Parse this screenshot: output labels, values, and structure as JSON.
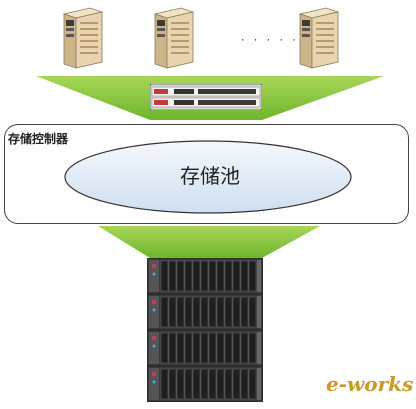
{
  "diagram": {
    "controller_label": "存储控制器",
    "pool_label": "存储池",
    "ellipsis": "· · · · · · ·",
    "servers": [
      {
        "icon": "server-tower-icon"
      },
      {
        "icon": "server-tower-icon"
      },
      {
        "icon": "server-tower-icon"
      }
    ],
    "switch_icon": "network-switch-icon",
    "storage_racks": [
      {
        "icon": "storage-array-icon"
      },
      {
        "icon": "storage-array-icon"
      },
      {
        "icon": "storage-array-icon"
      },
      {
        "icon": "storage-array-icon"
      }
    ],
    "watermark": "e-works",
    "colors": {
      "funnel_green": "#8dc63f",
      "pool_fill": "#dfeaf5",
      "server_beige": "#e8d4b0",
      "rack_dark": "#2a2a2a"
    }
  }
}
